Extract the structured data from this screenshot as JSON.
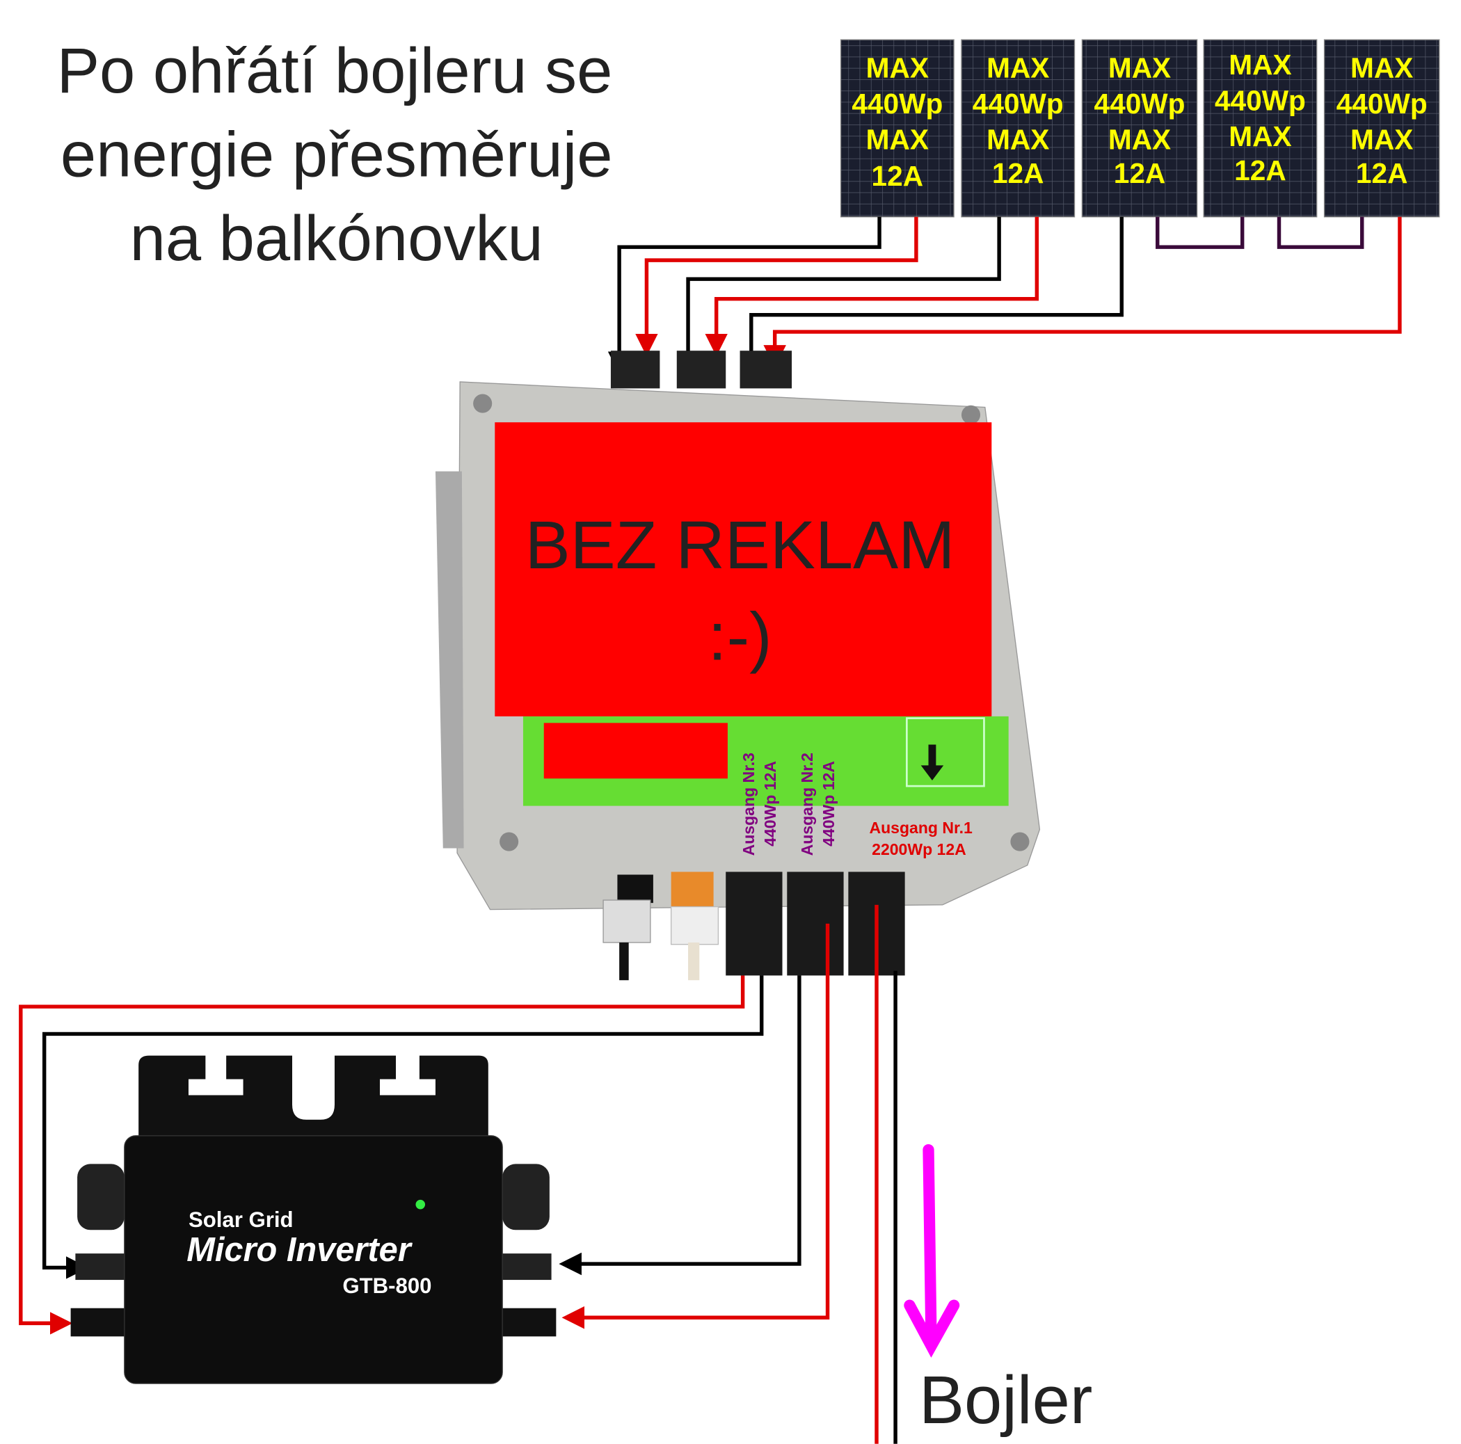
{
  "title": {
    "lines": [
      "Po ohřátí bojleru se",
      "energie přesměruje",
      "na balkónovku"
    ]
  },
  "panels": [
    {
      "lines": [
        "MAX",
        "440Wp",
        "MAX",
        "12A"
      ]
    },
    {
      "lines": [
        "MAX",
        "440Wp",
        "MAX",
        "12A"
      ]
    },
    {
      "lines": [
        "MAX",
        "440Wp",
        "MAX",
        "12A"
      ]
    },
    {
      "lines": [
        "MAX",
        "440Wp",
        "MAX",
        "12A"
      ]
    },
    {
      "lines": [
        "MAX",
        "440Wp",
        "MAX",
        "12A"
      ]
    }
  ],
  "controller": {
    "overlay_line1": "BEZ REKLAM",
    "overlay_line2": ":-)",
    "outputs": [
      {
        "name": "Ausgang Nr.3",
        "spec": "440Wp 12A",
        "color": "#800080"
      },
      {
        "name": "Ausgang Nr.2",
        "spec": "440Wp 12A",
        "color": "#800080"
      },
      {
        "name": "Ausgang Nr.1",
        "spec": "2200Wp 12A",
        "color": "#e00000"
      }
    ]
  },
  "inverter": {
    "line1": "Solar Grid",
    "line2": "Micro Inverter",
    "model": "GTB-800"
  },
  "boiler_label": "Bojler",
  "colors": {
    "red_wire": "#e00000",
    "black_wire": "#000000",
    "series_link": "#3a0a3a",
    "arrow": "#ff00ff",
    "panel_text": "#ffff00"
  }
}
